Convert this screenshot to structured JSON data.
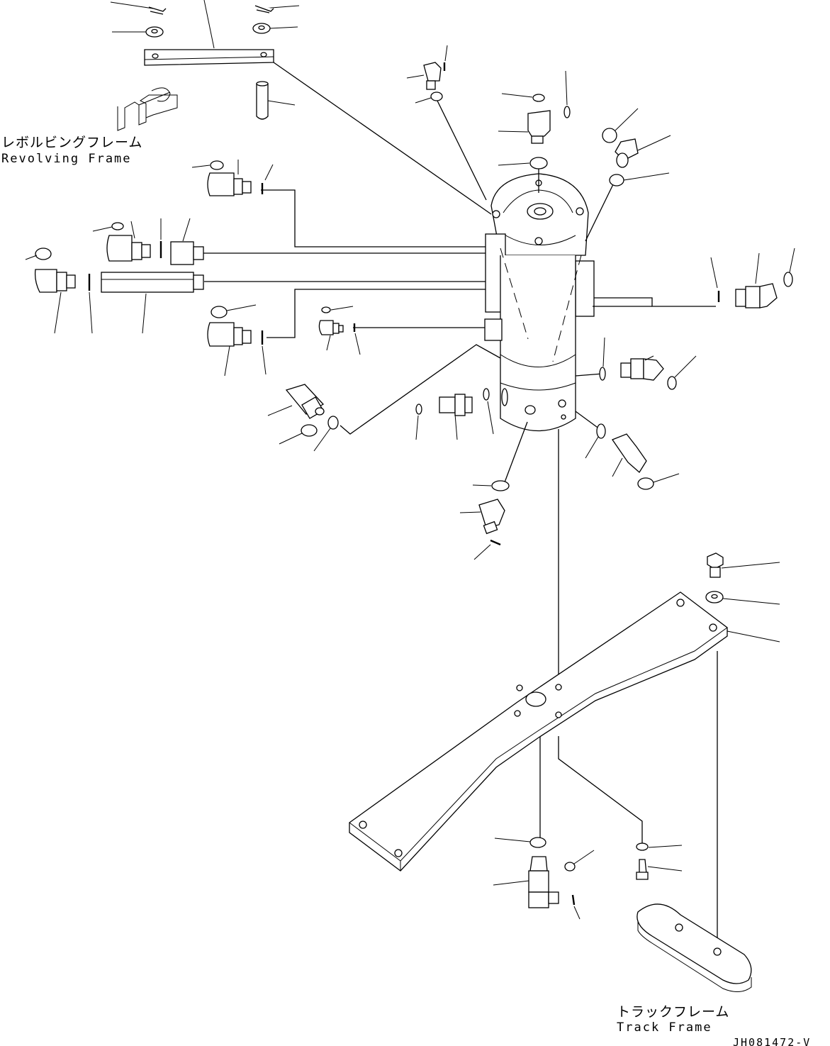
{
  "labels": {
    "revolving_frame_jp": "レボルビングフレーム",
    "revolving_frame_en": "Revolving Frame",
    "track_frame_jp": "トラックフレーム",
    "track_frame_en": "Track Frame",
    "drawing_code": "JH081472-V"
  },
  "colors": {
    "line": "#000000",
    "background": "#ffffff"
  }
}
